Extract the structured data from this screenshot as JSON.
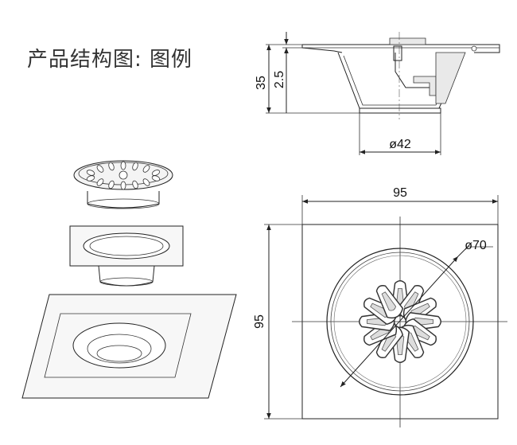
{
  "title": "产品结构图: 图例",
  "side_view": {
    "height_label": "35",
    "flange_label": "2.5",
    "outlet_label": "ø42"
  },
  "top_view": {
    "width_label": "95",
    "height_label": "95",
    "grate_label": "ø70"
  },
  "exploded_view": {
    "parts": [
      "grate",
      "body",
      "floor-tile"
    ]
  }
}
